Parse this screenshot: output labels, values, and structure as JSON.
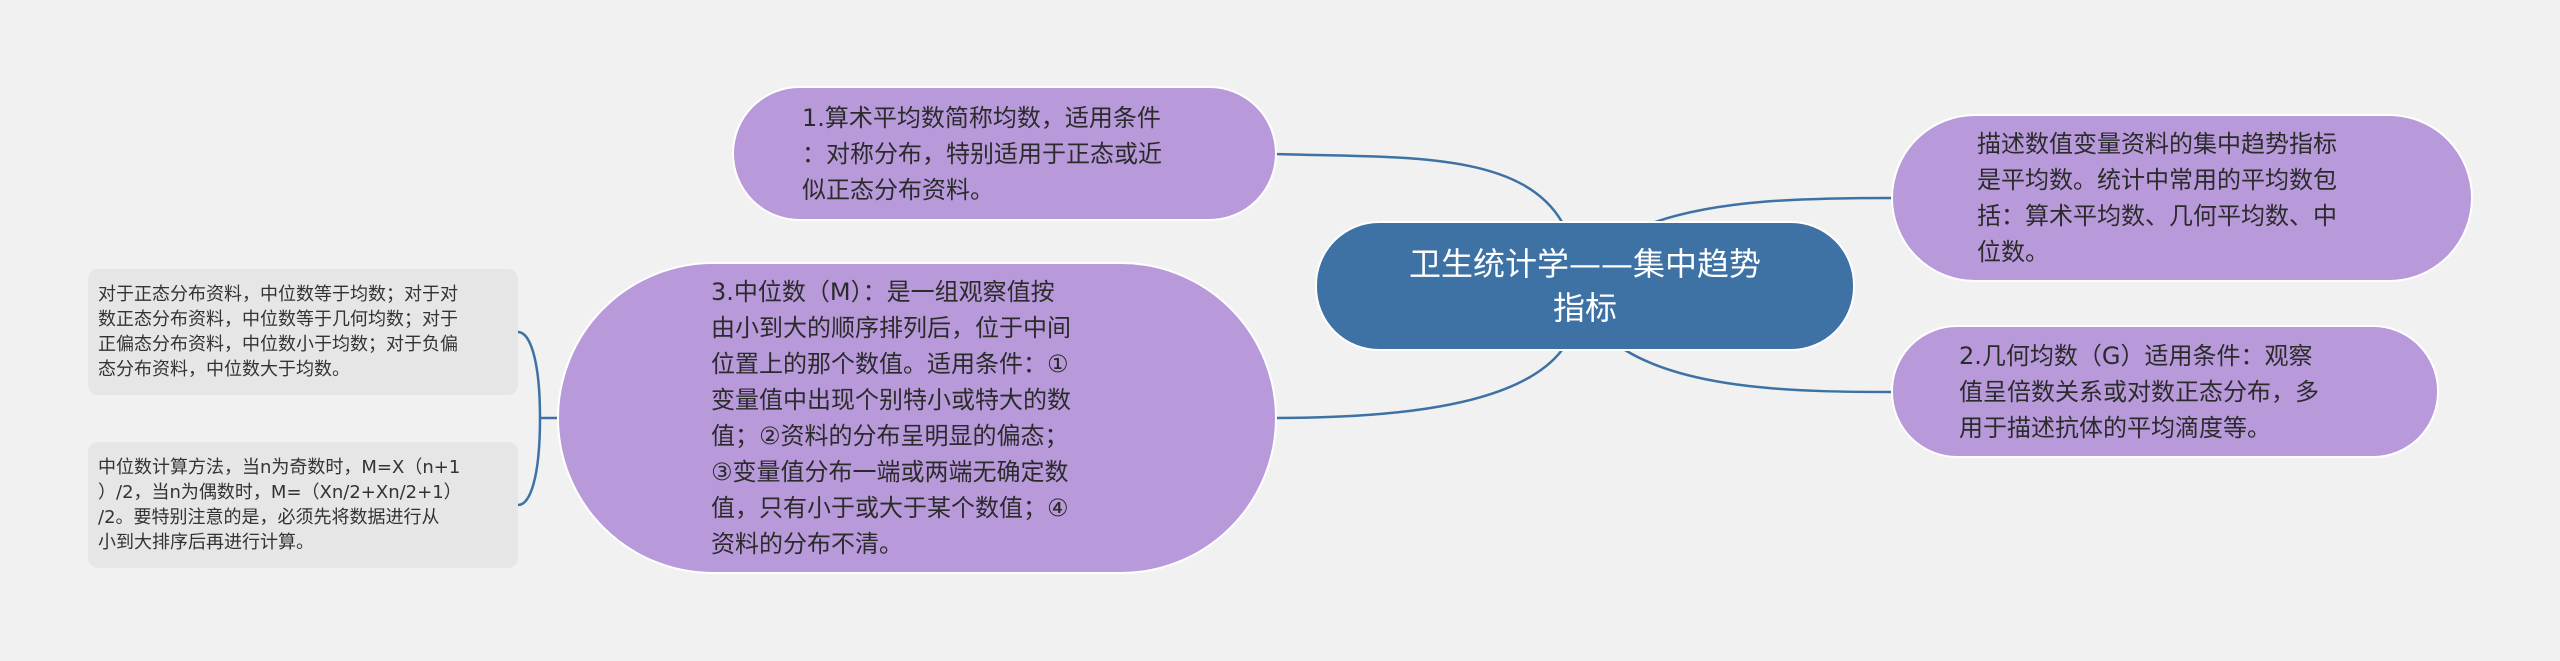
{
  "root": {
    "text": "卫生统计学——集中趋势\n指标"
  },
  "nodes": {
    "arithmetic_mean": {
      "text": "1.算术平均数简称均数，适用条件\n：对称分布，特别适用于正态或近\n似正态分布资料。"
    },
    "median": {
      "text": "3.中位数（M）：是一组观察值按\n由小到大的顺序排列后，位于中间\n位置上的那个数值。适用条件：①\n变量值中出现个别特小或特大的数\n值；②资料的分布呈明显的偏态；\n③变量值分布一端或两端无确定数\n值，只有小于或大于某个数值；④\n资料的分布不清。"
    },
    "description": {
      "text": "描述数值变量资料的集中趋势指标\n是平均数。统计中常用的平均数包\n括：算术平均数、几何平均数、中\n位数。"
    },
    "geometric_mean": {
      "text": "2.几何均数（G）适用条件：观察\n值呈倍数关系或对数正态分布，多\n用于描述抗体的平均滴度等。"
    }
  },
  "notes": {
    "median_relation": {
      "text": "对于正态分布资料，中位数等于均数；对于对\n数正态分布资料，中位数等于几何均数；对于\n正偏态分布资料，中位数小于均数；对于负偏\n态分布资料，中位数大于均数。"
    },
    "median_calc": {
      "text": "中位数计算方法，当n为奇数时，M=X（n+1\n）/2，当n为偶数时，M=（Xn/2+Xn/2+1）\n/2。要特别注意的是，必须先将数据进行从\n小到大排序后再进行计算。"
    }
  },
  "colors": {
    "root_fill": "#3e72a5",
    "topic_fill": "#b89adb",
    "note_fill": "#e6e6e6",
    "connector": "#3e72a5",
    "background": "#f1f1f1"
  }
}
